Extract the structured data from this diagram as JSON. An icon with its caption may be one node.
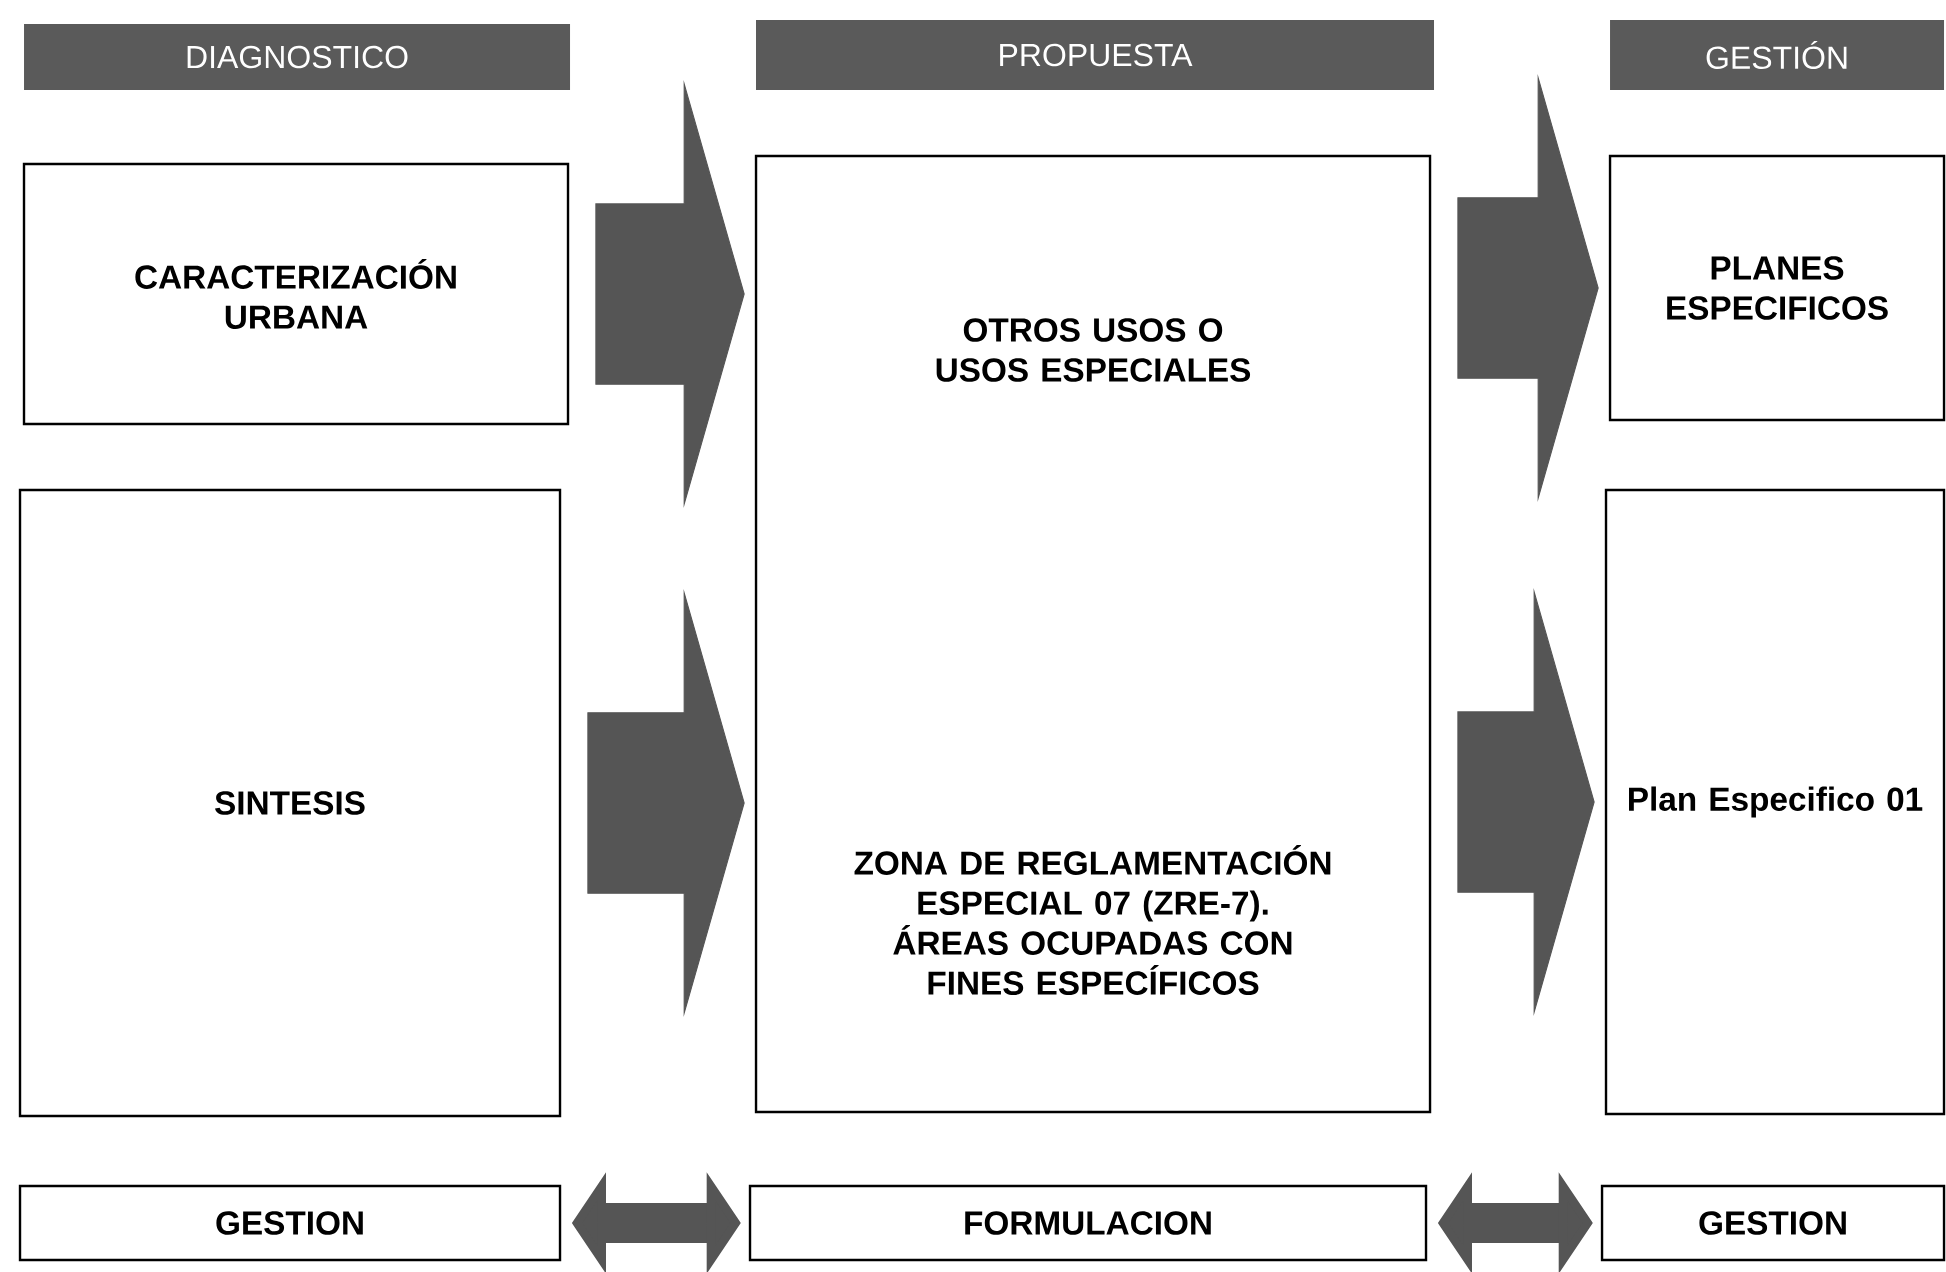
{
  "diagram": {
    "nodes": [
      {
        "text": [
          "DIAGNOSTICO"
        ]
      },
      {
        "text": [
          "PROPUESTA"
        ]
      },
      {
        "text": [
          "GESTIÓN"
        ]
      },
      {
        "text": [
          "CARACTERIZACIÓN URBANA"
        ]
      },
      {
        "text": [
          "OTROS USOS O USOS ESPECIALES",
          "ZONA DE REGLAMENTACIÓN ESPECIAL 07 (ZRE-7). ÁREAS OCUPADAS CON FINES ESPECÍFICOS"
        ]
      },
      {
        "text": [
          "PLANES ESPECIFICOS"
        ]
      },
      {
        "text": [
          "SINTESIS"
        ]
      },
      {
        "text": [
          "Plan Especifico 01"
        ]
      },
      {
        "text": [
          "GESTION"
        ]
      },
      {
        "text": [
          "FORMULACION"
        ]
      },
      {
        "text": [
          "GESTION"
        ]
      }
    ],
    "edges": [
      {
        "from": 3,
        "to": 4,
        "arrow": "to"
      },
      {
        "from": 6,
        "to": 4,
        "arrow": "to"
      },
      {
        "from": 4,
        "to": 5,
        "arrow": "to"
      },
      {
        "from": 4,
        "to": 7,
        "arrow": "to"
      },
      {
        "from": 8,
        "to": 9,
        "arrow": "both"
      },
      {
        "from": 9,
        "to": 10,
        "arrow": "both"
      }
    ]
  }
}
